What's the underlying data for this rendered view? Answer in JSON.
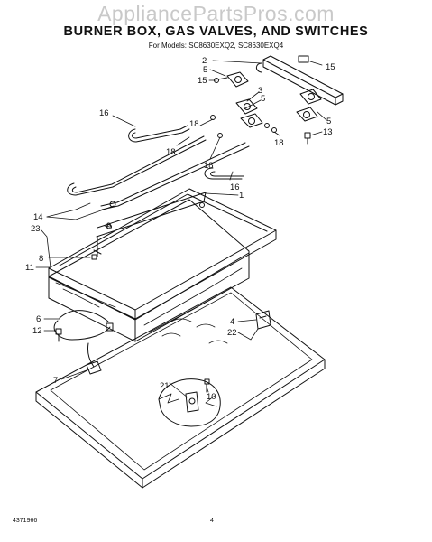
{
  "watermark": "AppliancePartsPros.com",
  "title": "BURNER BOX, GAS VALVES, AND SWITCHES",
  "subtitle": "For Models: SC8630EXQ2, SC8630EXQ4",
  "footer": {
    "doc_number": "4371966",
    "page": "4"
  },
  "callouts": [
    {
      "id": "c2",
      "label": "2"
    },
    {
      "id": "c5a",
      "label": "5"
    },
    {
      "id": "c15a",
      "label": "15"
    },
    {
      "id": "c15b",
      "label": "15"
    },
    {
      "id": "c3",
      "label": "3"
    },
    {
      "id": "c5b",
      "label": "5"
    },
    {
      "id": "c16a",
      "label": "16"
    },
    {
      "id": "c18a",
      "label": "18"
    },
    {
      "id": "c5c",
      "label": "5"
    },
    {
      "id": "c13",
      "label": "13"
    },
    {
      "id": "c18b",
      "label": "18"
    },
    {
      "id": "c18c",
      "label": "18"
    },
    {
      "id": "c18d",
      "label": "18"
    },
    {
      "id": "c16b",
      "label": "16"
    },
    {
      "id": "c1",
      "label": "1"
    },
    {
      "id": "c14",
      "label": "14"
    },
    {
      "id": "c23",
      "label": "23"
    },
    {
      "id": "c9",
      "label": "9"
    },
    {
      "id": "c8",
      "label": "8"
    },
    {
      "id": "c11",
      "label": "11"
    },
    {
      "id": "c6",
      "label": "6"
    },
    {
      "id": "c12",
      "label": "12"
    },
    {
      "id": "c4",
      "label": "4"
    },
    {
      "id": "c22",
      "label": "22"
    },
    {
      "id": "c7",
      "label": "7"
    },
    {
      "id": "c21",
      "label": "21"
    },
    {
      "id": "c10",
      "label": "10"
    }
  ]
}
